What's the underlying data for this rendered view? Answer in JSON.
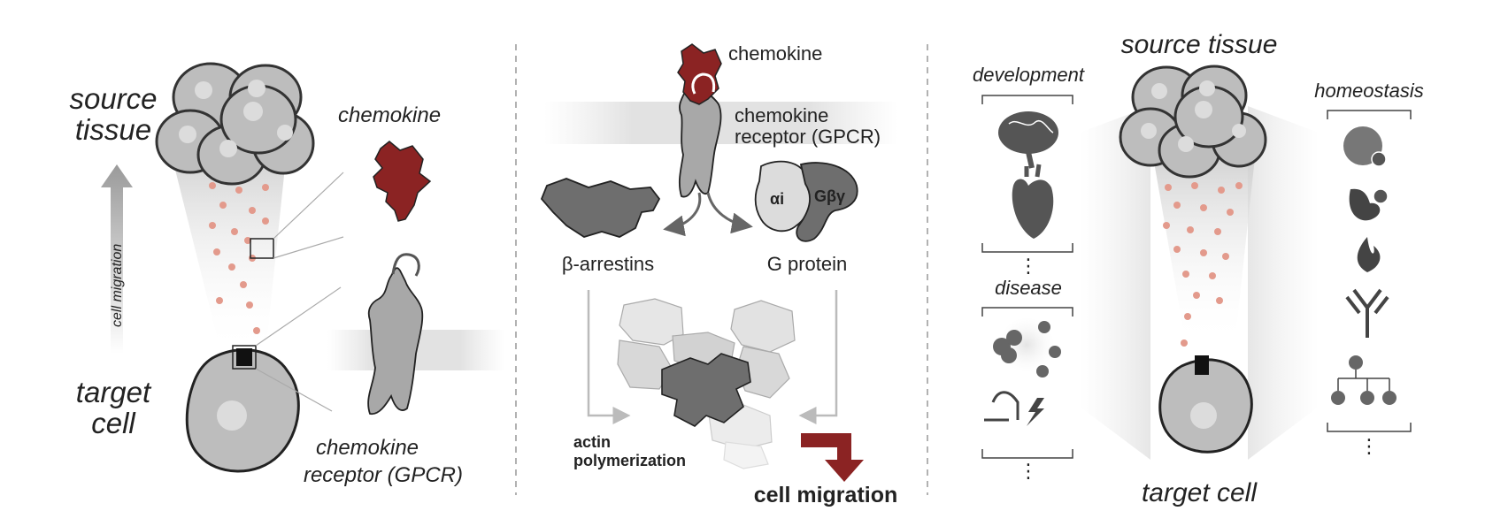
{
  "panel_left": {
    "source_tissue_line1": "source",
    "source_tissue_line2": "tissue",
    "chemokine": "chemokine",
    "cell_migration": "cell migration",
    "target_cell_line1": "target",
    "target_cell_line2": "cell",
    "receptor_line1": "chemokine",
    "receptor_line2": "receptor (GPCR)"
  },
  "panel_middle": {
    "chemokine": "chemokine",
    "receptor_line1": "chemokine",
    "receptor_line2": "receptor (GPCR)",
    "arrestins": "β-arrestins",
    "g_protein": "G protein",
    "alpha_label": "αi",
    "beta_gamma_label": "Gβγ",
    "actin_line1": "actin",
    "actin_line2": "polymerization",
    "cell_migration": "cell migration"
  },
  "panel_right": {
    "source_tissue": "source tissue",
    "target_cell": "target cell",
    "development": "development",
    "disease": "disease",
    "homeostasis": "homeostasis",
    "ellipsis": "⋮"
  },
  "colors": {
    "chemokine_red": "#8b2323",
    "cell_gray": "#bdbdbd",
    "dot_pink": "#e39a8c",
    "dark_gray": "#555555"
  }
}
